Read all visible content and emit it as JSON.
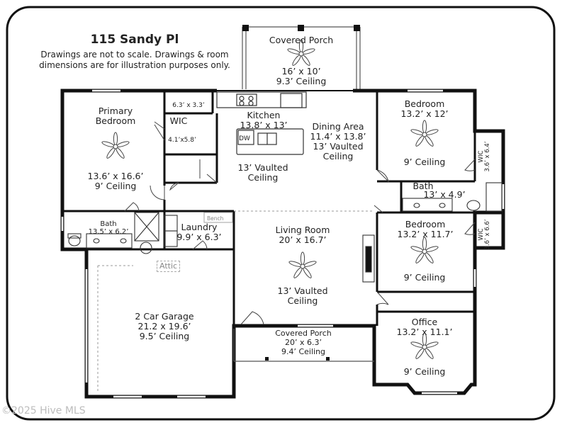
{
  "header": {
    "address": "115 Sandy Pl",
    "disclaimer_line1": "Drawings are not to scale. Drawings & room",
    "disclaimer_line2": "dimensions are for illustration purposes only."
  },
  "watermark": "©2025 Hive MLS",
  "labels": {
    "attic": "Attic",
    "bench": "Bench",
    "dw": "DW"
  },
  "rooms": {
    "covered_porch_back": {
      "name": "Covered Porch",
      "size": "16’ x 10’",
      "ceiling": "9.3’ Ceiling"
    },
    "primary_bedroom": {
      "name1": "Primary",
      "name2": "Bedroom",
      "size": "13.6’ x 16.6’",
      "ceiling": "9’ Ceiling"
    },
    "wic_primary": {
      "name": "WIC",
      "size_top": "6.3’ x 3.3’",
      "size_bottom": "4.1’x5.8’"
    },
    "kitchen": {
      "name": "Kitchen",
      "size": "13.8’ x 13’",
      "ceiling1": "13’ Vaulted",
      "ceiling2": "Ceiling"
    },
    "dining": {
      "name": "Dining Area",
      "size": "11.4’ x 13.8’",
      "ceiling1": "13’ Vaulted",
      "ceiling2": "Ceiling"
    },
    "bedroom_top": {
      "name": "Bedroom",
      "size": "13.2’ x 12’",
      "ceiling": "9’ Ceiling"
    },
    "wic_top": {
      "name": "WIC",
      "size": "3.6’ x 6.4’"
    },
    "bath_mid": {
      "name": "Bath",
      "size": "13’ x 4.9’"
    },
    "bedroom_mid": {
      "name": "Bedroom",
      "size": "13.2’ x 11.7’",
      "ceiling": "9’ Ceiling"
    },
    "wic_mid": {
      "name": "WIC",
      "size": "3.6’ x 6.6’"
    },
    "bath_primary": {
      "name": "Bath",
      "size": "13.5’ x 6.2’"
    },
    "laundry": {
      "name": "Laundry",
      "size": "9.9’ x 6.3’"
    },
    "living": {
      "name": "Living Room",
      "size": "20’ x 16.7’",
      "ceiling1": "13’ Vaulted",
      "ceiling2": "Ceiling"
    },
    "garage": {
      "name": "2 Car Garage",
      "size": "21.2 x 19.6’",
      "ceiling": "9.5’ Ceiling"
    },
    "covered_porch_front": {
      "name": "Covered Porch",
      "size": "20’ x 6.3’",
      "ceiling": "9.4’ Ceiling"
    },
    "office": {
      "name": "Office",
      "size": "13.2’ x 11.1’",
      "ceiling": "9’ Ceiling"
    }
  }
}
